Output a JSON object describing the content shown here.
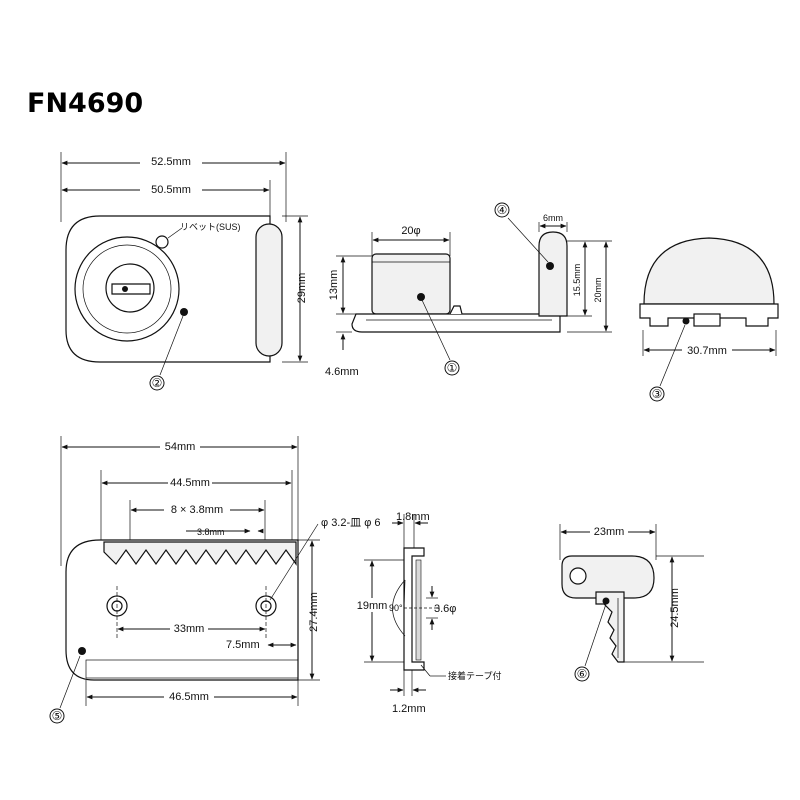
{
  "title": "FN4690",
  "view_top_left": {
    "dim_overall_width": "52.5mm",
    "dim_inner_width": "50.5mm",
    "dim_height": "29mm",
    "rivet_label": "リベット(SUS)",
    "callout": "②"
  },
  "view_side": {
    "dim_cylinder_diameter": "20φ",
    "dim_cylinder_height": "13mm",
    "dim_base_thickness": "4.6mm",
    "callout": "①"
  },
  "view_hasp": {
    "dim_tab_width": "6mm",
    "dim_tab_height": "15.5mm",
    "dim_total_height": "20mm",
    "callout": "④"
  },
  "view_cap": {
    "dim_width": "30.7mm",
    "callout": "③"
  },
  "view_plate": {
    "dim_overall_width": "54mm",
    "dim_teeth_span": "44.5mm",
    "dim_slot": "8 × 3.8mm",
    "dim_slot_small": "3.8mm",
    "dim_hole_spacing": "33mm",
    "dim_edge": "7.5mm",
    "dim_height": "27.4mm",
    "dim_bottom_width": "46.5mm",
    "hole_spec": "φ 3.2-皿 φ 6",
    "callout": "⑤"
  },
  "view_section": {
    "dim_top": "1.8mm",
    "dim_height": "19mm",
    "angle": "90°",
    "dim_hole": "3.6φ",
    "dim_bottom": "1.2mm",
    "tape_note": "接着テープ付"
  },
  "view_key": {
    "dim_width": "23mm",
    "dim_height": "24.5mm",
    "callout": "⑥"
  }
}
